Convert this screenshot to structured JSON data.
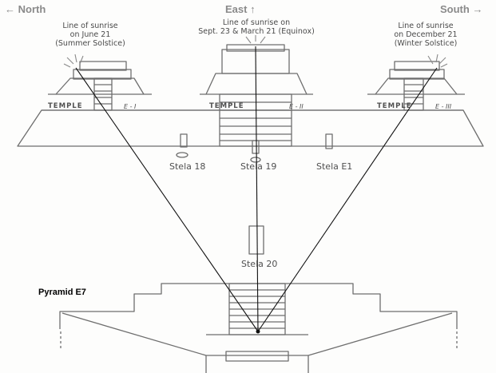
{
  "directions": {
    "north": "North",
    "east": "East",
    "south": "South"
  },
  "arrows": {
    "north": "left-arrow",
    "east": "up-arrow",
    "south": "right-arrow"
  },
  "captions": {
    "june": {
      "line1": "Line of sunrise",
      "line2": "on June 21",
      "line3": "(Summer Solstice)"
    },
    "equinox": {
      "line1": "Line of sunrise on",
      "line2": "Sept. 23 & March 21 (Equinox)"
    },
    "december": {
      "line1": "Line of sunrise",
      "line2": "on December 21",
      "line3": "(Winter Solstice)"
    }
  },
  "temples": [
    {
      "word": "TEMPLE",
      "code": "E - I"
    },
    {
      "word": "TEMPLE",
      "code": "E - II"
    },
    {
      "word": "TEMPLE",
      "code": "E - III"
    }
  ],
  "stelae": {
    "s18": "Stela 18",
    "s19": "Stela 19",
    "e1": "Stela E1",
    "s20": "Stela 20"
  },
  "pyramid_label": "Pyramid E7",
  "colors": {
    "drawing": "#6e6e6e",
    "sightline": "#111111",
    "label": "#4a4a4a",
    "direction": "#8a8a8a"
  }
}
